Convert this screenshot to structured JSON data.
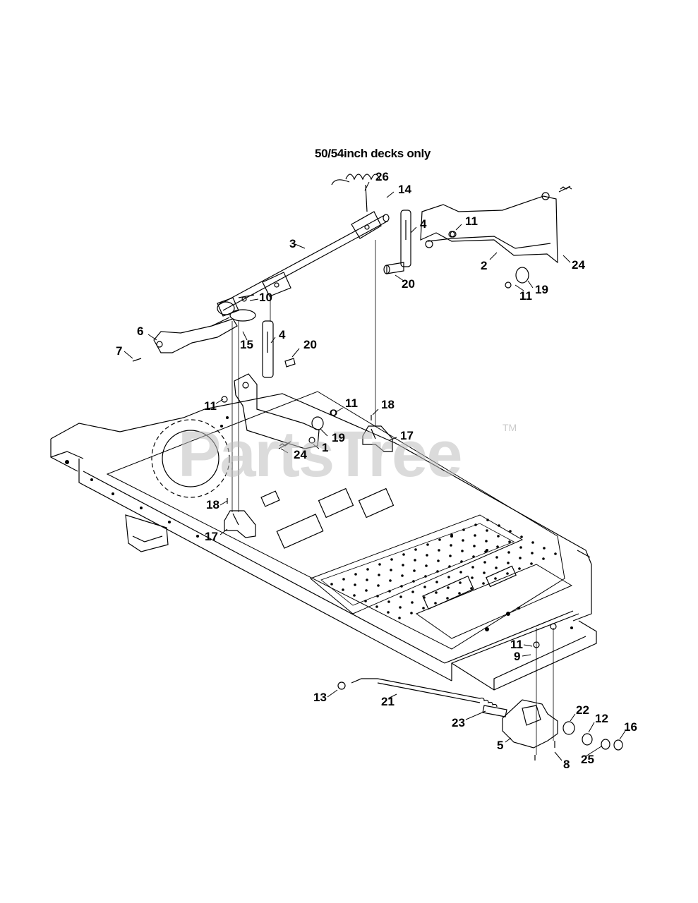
{
  "note": "50/54inch decks only",
  "watermark": {
    "text": "PartsTree",
    "trademark": "TM",
    "color": "#bebebe"
  },
  "line_color": "#000000",
  "callouts": [
    "26",
    "14",
    "4",
    "11",
    "3",
    "2",
    "24",
    "20",
    "10",
    "11",
    "19",
    "6",
    "15",
    "4",
    "20",
    "7",
    "11",
    "18",
    "11",
    "19",
    "17",
    "24",
    "1",
    "18",
    "17",
    "11",
    "9",
    "13",
    "21",
    "22",
    "12",
    "16",
    "23",
    "5",
    "25",
    "8"
  ]
}
